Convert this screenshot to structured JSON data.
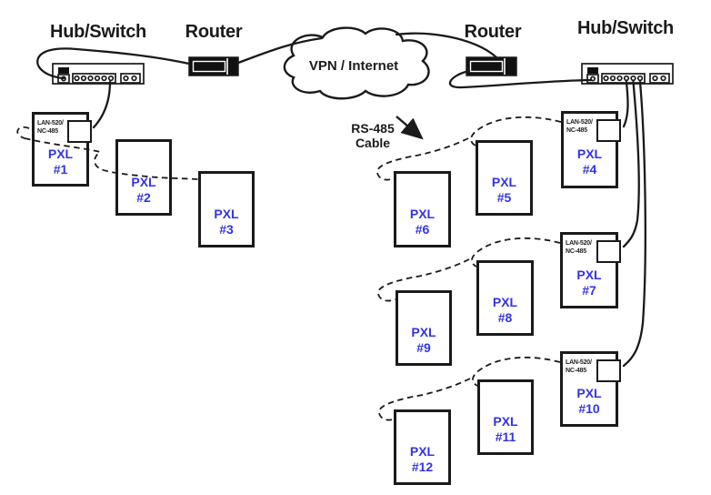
{
  "labels": {
    "hub_switch_left": "Hub/Switch",
    "router_left": "Router",
    "cloud": "VPN / Internet",
    "router_right": "Router",
    "hub_switch_right": "Hub/Switch",
    "rs485_line1": "RS-485",
    "rs485_line2": "Cable"
  },
  "lan_interface_label": {
    "line1": "LAN-520/",
    "line2": "NC-485"
  },
  "colors": {
    "line_color": "#1a1a1a",
    "pxl_text_color": "#3333e8",
    "device_fill": "#111111",
    "background": "#ffffff"
  },
  "devices": {
    "hub_left": "hub-switch-device",
    "router_left": "router-device",
    "cloud": "vpn-internet-cloud",
    "router_right": "router-device",
    "hub_right": "hub-switch-device"
  },
  "pxl_units": [
    {
      "line1": "PXL",
      "line2": "#1",
      "has_lan_interface": true
    },
    {
      "line1": "PXL",
      "line2": "#2",
      "has_lan_interface": false
    },
    {
      "line1": "PXL",
      "line2": "#3",
      "has_lan_interface": false
    },
    {
      "line1": "PXL",
      "line2": "#4",
      "has_lan_interface": true
    },
    {
      "line1": "PXL",
      "line2": "#5",
      "has_lan_interface": false
    },
    {
      "line1": "PXL",
      "line2": "#6",
      "has_lan_interface": false
    },
    {
      "line1": "PXL",
      "line2": "#7",
      "has_lan_interface": true
    },
    {
      "line1": "PXL",
      "line2": "#8",
      "has_lan_interface": false
    },
    {
      "line1": "PXL",
      "line2": "#9",
      "has_lan_interface": false
    },
    {
      "line1": "PXL",
      "line2": "#10",
      "has_lan_interface": true
    },
    {
      "line1": "PXL",
      "line2": "#11",
      "has_lan_interface": false
    },
    {
      "line1": "PXL",
      "line2": "#12",
      "has_lan_interface": false
    }
  ]
}
